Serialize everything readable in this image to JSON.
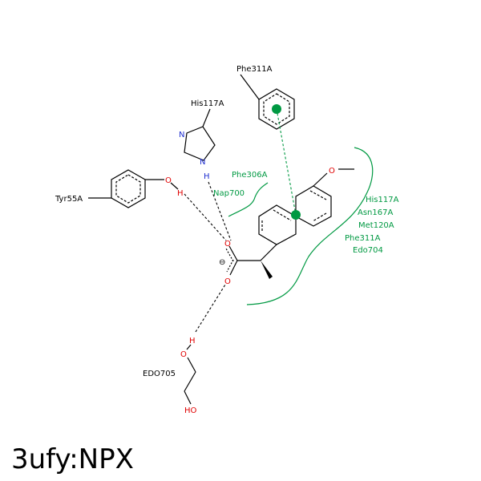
{
  "title": "3ufy:NPX",
  "residues": {
    "phe311_top": "Phe311A",
    "his117_top": "His117A",
    "tyr55": "Tyr55A",
    "edo705": "EDO705"
  },
  "hydrophobic": {
    "phe306": "Phe306A",
    "nap700": "Nap700",
    "right_list": [
      "His117A",
      "Asn167A",
      "Met120A",
      "Phe311A",
      "Edo704"
    ]
  },
  "atoms": {
    "o": "O",
    "n": "N",
    "h": "H",
    "ho": "HO",
    "charge": "⊖"
  },
  "colors": {
    "interaction_green": "#009942",
    "oxygen_red": "#e00000",
    "nitrogen_blue": "#1f2fd0"
  }
}
